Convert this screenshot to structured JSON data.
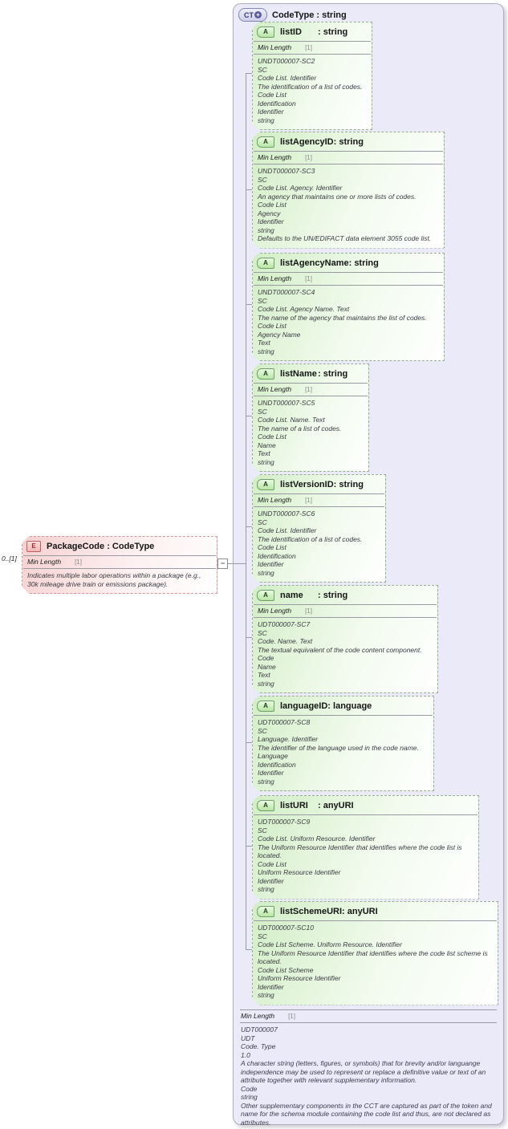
{
  "icons": {
    "complex_type": "CT",
    "expand": "+",
    "attribute": "A",
    "element": "E",
    "collapse": "−"
  },
  "complex_type": {
    "title": "CodeType : string",
    "facet_name": "Min Length",
    "facet_value": "[1]",
    "annotation_lines": [
      "UDT000007",
      "UDT",
      "Code. Type",
      "1.0",
      "A character string (letters, figures, or symbols) that for brevity and/or languange independence may be used to represent or replace a definitive value or text of an attribute together with relevant supplementary information.",
      "Code",
      "string",
      "Other supplementary components in the CCT are captured as part of the token and name for the schema module containing the code list and thus, are not declared as attributes."
    ]
  },
  "element": {
    "cardinality": "0..[1]",
    "title": "PackageCode : CodeType",
    "facet_name": "Min Length",
    "facet_value": "[1]",
    "annotation_lines": [
      "Indicates multiple labor operations within a package (e.g., 30k mileage drive train or emissions package)."
    ]
  },
  "attributes": [
    {
      "name": "listID",
      "type": ": string",
      "facet_name": "Min Length",
      "facet_value": "[1]",
      "annotation_lines": [
        "UNDT000007-SC2",
        "SC",
        "Code List. Identifier",
        "The identification of a list of codes.",
        "Code List",
        "Identification",
        "Identifier",
        "string"
      ]
    },
    {
      "name": "listAgencyID",
      "type": ": string",
      "facet_name": "Min Length",
      "facet_value": "[1]",
      "annotation_lines": [
        "UNDT000007-SC3",
        "SC",
        "Code List. Agency. Identifier",
        "An agency that maintains one or more lists of codes.",
        "Code List",
        "Agency",
        "Identifier",
        "string",
        "Defaults to the UN/EDIFACT data element 3055 code list."
      ]
    },
    {
      "name": "listAgencyName",
      "type": ": string",
      "facet_name": "Min Length",
      "facet_value": "[1]",
      "annotation_lines": [
        "UNDT000007-SC4",
        "SC",
        "Code List. Agency Name. Text",
        "The name of the agency that maintains the list of codes.",
        "Code List",
        "Agency Name",
        "Text",
        "string"
      ]
    },
    {
      "name": "listName",
      "type": ": string",
      "facet_name": "Min Length",
      "facet_value": "[1]",
      "annotation_lines": [
        "UNDT000007-SC5",
        "SC",
        "Code List. Name. Text",
        "The name of a list of codes.",
        "Code List",
        "Name",
        "Text",
        "string"
      ]
    },
    {
      "name": "listVersionID",
      "type": ": string",
      "facet_name": "Min Length",
      "facet_value": "[1]",
      "annotation_lines": [
        "UNDT000007-SC6",
        "SC",
        "Code List. Identifier",
        "The identification of a list of codes.",
        "Code List",
        "Identification",
        "Identifier",
        "string"
      ]
    },
    {
      "name": "name",
      "type": ": string",
      "facet_name": "Min Length",
      "facet_value": "[1]",
      "annotation_lines": [
        "UDT000007-SC7",
        "SC",
        "Code. Name. Text",
        "The textual equivalent of the code content component.",
        "Code",
        "Name",
        "Text",
        "string"
      ]
    },
    {
      "name": "languageID",
      "type": ": language",
      "annotation_lines": [
        "UDT000007-SC8",
        "SC",
        "Language. Identifier",
        "The identifier of the language used in the code name.",
        "Language",
        "Identification",
        "Identifier",
        "string"
      ]
    },
    {
      "name": "listURI",
      "type": ": anyURI",
      "annotation_lines": [
        "UDT000007-SC9",
        "SC",
        "Code List. Uniform Resource. Identifier",
        "The Uniform Resource Identifier that identifies where the code list is located.",
        "Code List",
        "Uniform Resource Identifier",
        "Identifier",
        "string"
      ]
    },
    {
      "name": "listSchemeURI",
      "type": ": anyURI",
      "annotation_lines": [
        "UDT000007-SC10",
        "SC",
        "Code List Scheme. Uniform Resource. Identifier",
        "The Uniform Resource Identifier that identifies where the code list scheme is located.",
        "Code List Scheme",
        "Uniform Resource Identifier",
        "Identifier",
        "string"
      ]
    }
  ]
}
